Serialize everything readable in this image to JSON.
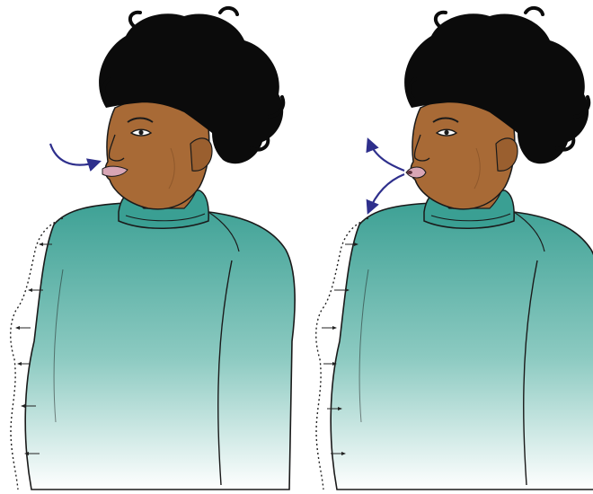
{
  "illustration": {
    "panels": [
      {
        "id": "inhale",
        "airflow": "in",
        "chest_arrows": "inward"
      },
      {
        "id": "exhale",
        "airflow": "out",
        "chest_arrows": "outward"
      }
    ],
    "colors": {
      "background": "#ffffff",
      "hair": "#0b0b0b",
      "skin": "#a86a36",
      "skin_shadow": "#7f4d24",
      "lips": "#d9a6b5",
      "sweater_top": "#3a9f93",
      "sweater_bottom": "#ffffff",
      "outline": "#1a1a1a",
      "airflow_arrow": "#2e2f8c",
      "chest_marks": "#222222"
    }
  }
}
